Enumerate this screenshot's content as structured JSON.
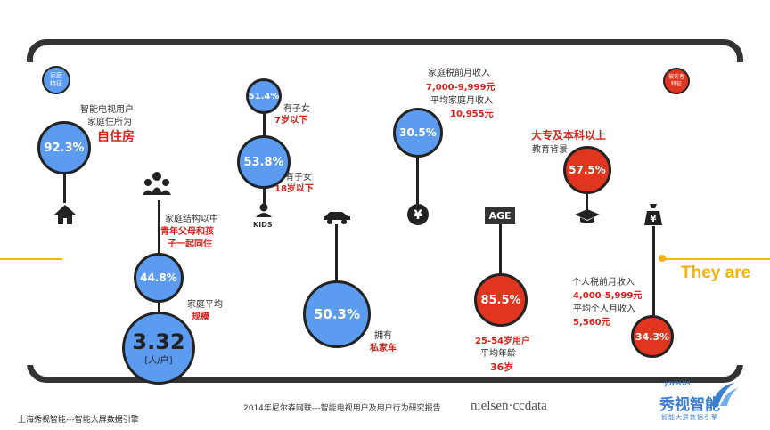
{
  "badges": {
    "left": "家庭\n特征",
    "right": "被访者\n特征"
  },
  "home": {
    "pct": "92.3%",
    "l1": "智能电视用户",
    "l2": "家庭住所为",
    "l3": "自住房"
  },
  "family": {
    "pct": "44.8%",
    "l1": "家庭结构以中",
    "l2": "青年父母和孩",
    "l3": "子一起同住",
    "size": "3.32",
    "size_unit": "[人/户]",
    "size_l1": "家庭平均",
    "size_l2": "规模"
  },
  "kids": {
    "pct7": "51.4%",
    "l7a": "有子女",
    "l7b": "7岁以下",
    "pct18": "53.8%",
    "l18a": "有子女",
    "l18b": "18岁以下",
    "icon_label": "KIDS"
  },
  "car": {
    "pct": "50.3%",
    "l1": "拥有",
    "l2": "私家车"
  },
  "income": {
    "pct": "30.5%",
    "l1": "家庭税前月收入",
    "l2": "7,000-9,999元",
    "l3": "平均家庭月收入",
    "l4": "10,955元"
  },
  "age": {
    "icon_label": "AGE",
    "pct": "85.5%",
    "l1": "25-54岁用户",
    "l2": "平均年龄",
    "l3": "36岁"
  },
  "edu": {
    "pct": "57.5%",
    "l1": "大专及本科以上",
    "l2": "教育背景"
  },
  "personal": {
    "pct": "34.3%",
    "l1": "个人税前月收入",
    "l2": "4,000-5,999元",
    "l3": "平均个人月收入",
    "l4": "5,560元"
  },
  "slogan": "They are",
  "footer": {
    "left": "上海秀视智能---智能大屏数据引擎",
    "center": "2014年尼尔森网联---智能电视用户及用户行为研究报告",
    "brand": "nielsen·ccdata",
    "logo_small": "JOYPLUS",
    "logo_main": "秀视智能",
    "logo_sub": "智能大屏数据引擎"
  }
}
